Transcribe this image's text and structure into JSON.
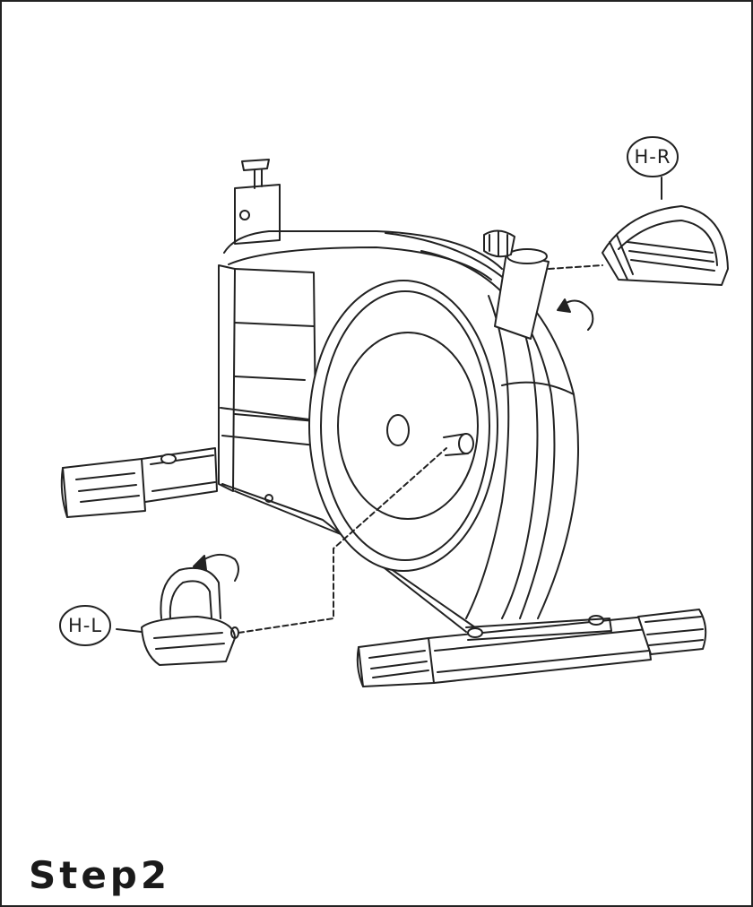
{
  "callouts": {
    "right_pedal": "H-R",
    "left_pedal": "H-L"
  },
  "step": {
    "label": "Step2"
  },
  "colors": {
    "ink": "#222222",
    "paper": "#ffffff"
  }
}
